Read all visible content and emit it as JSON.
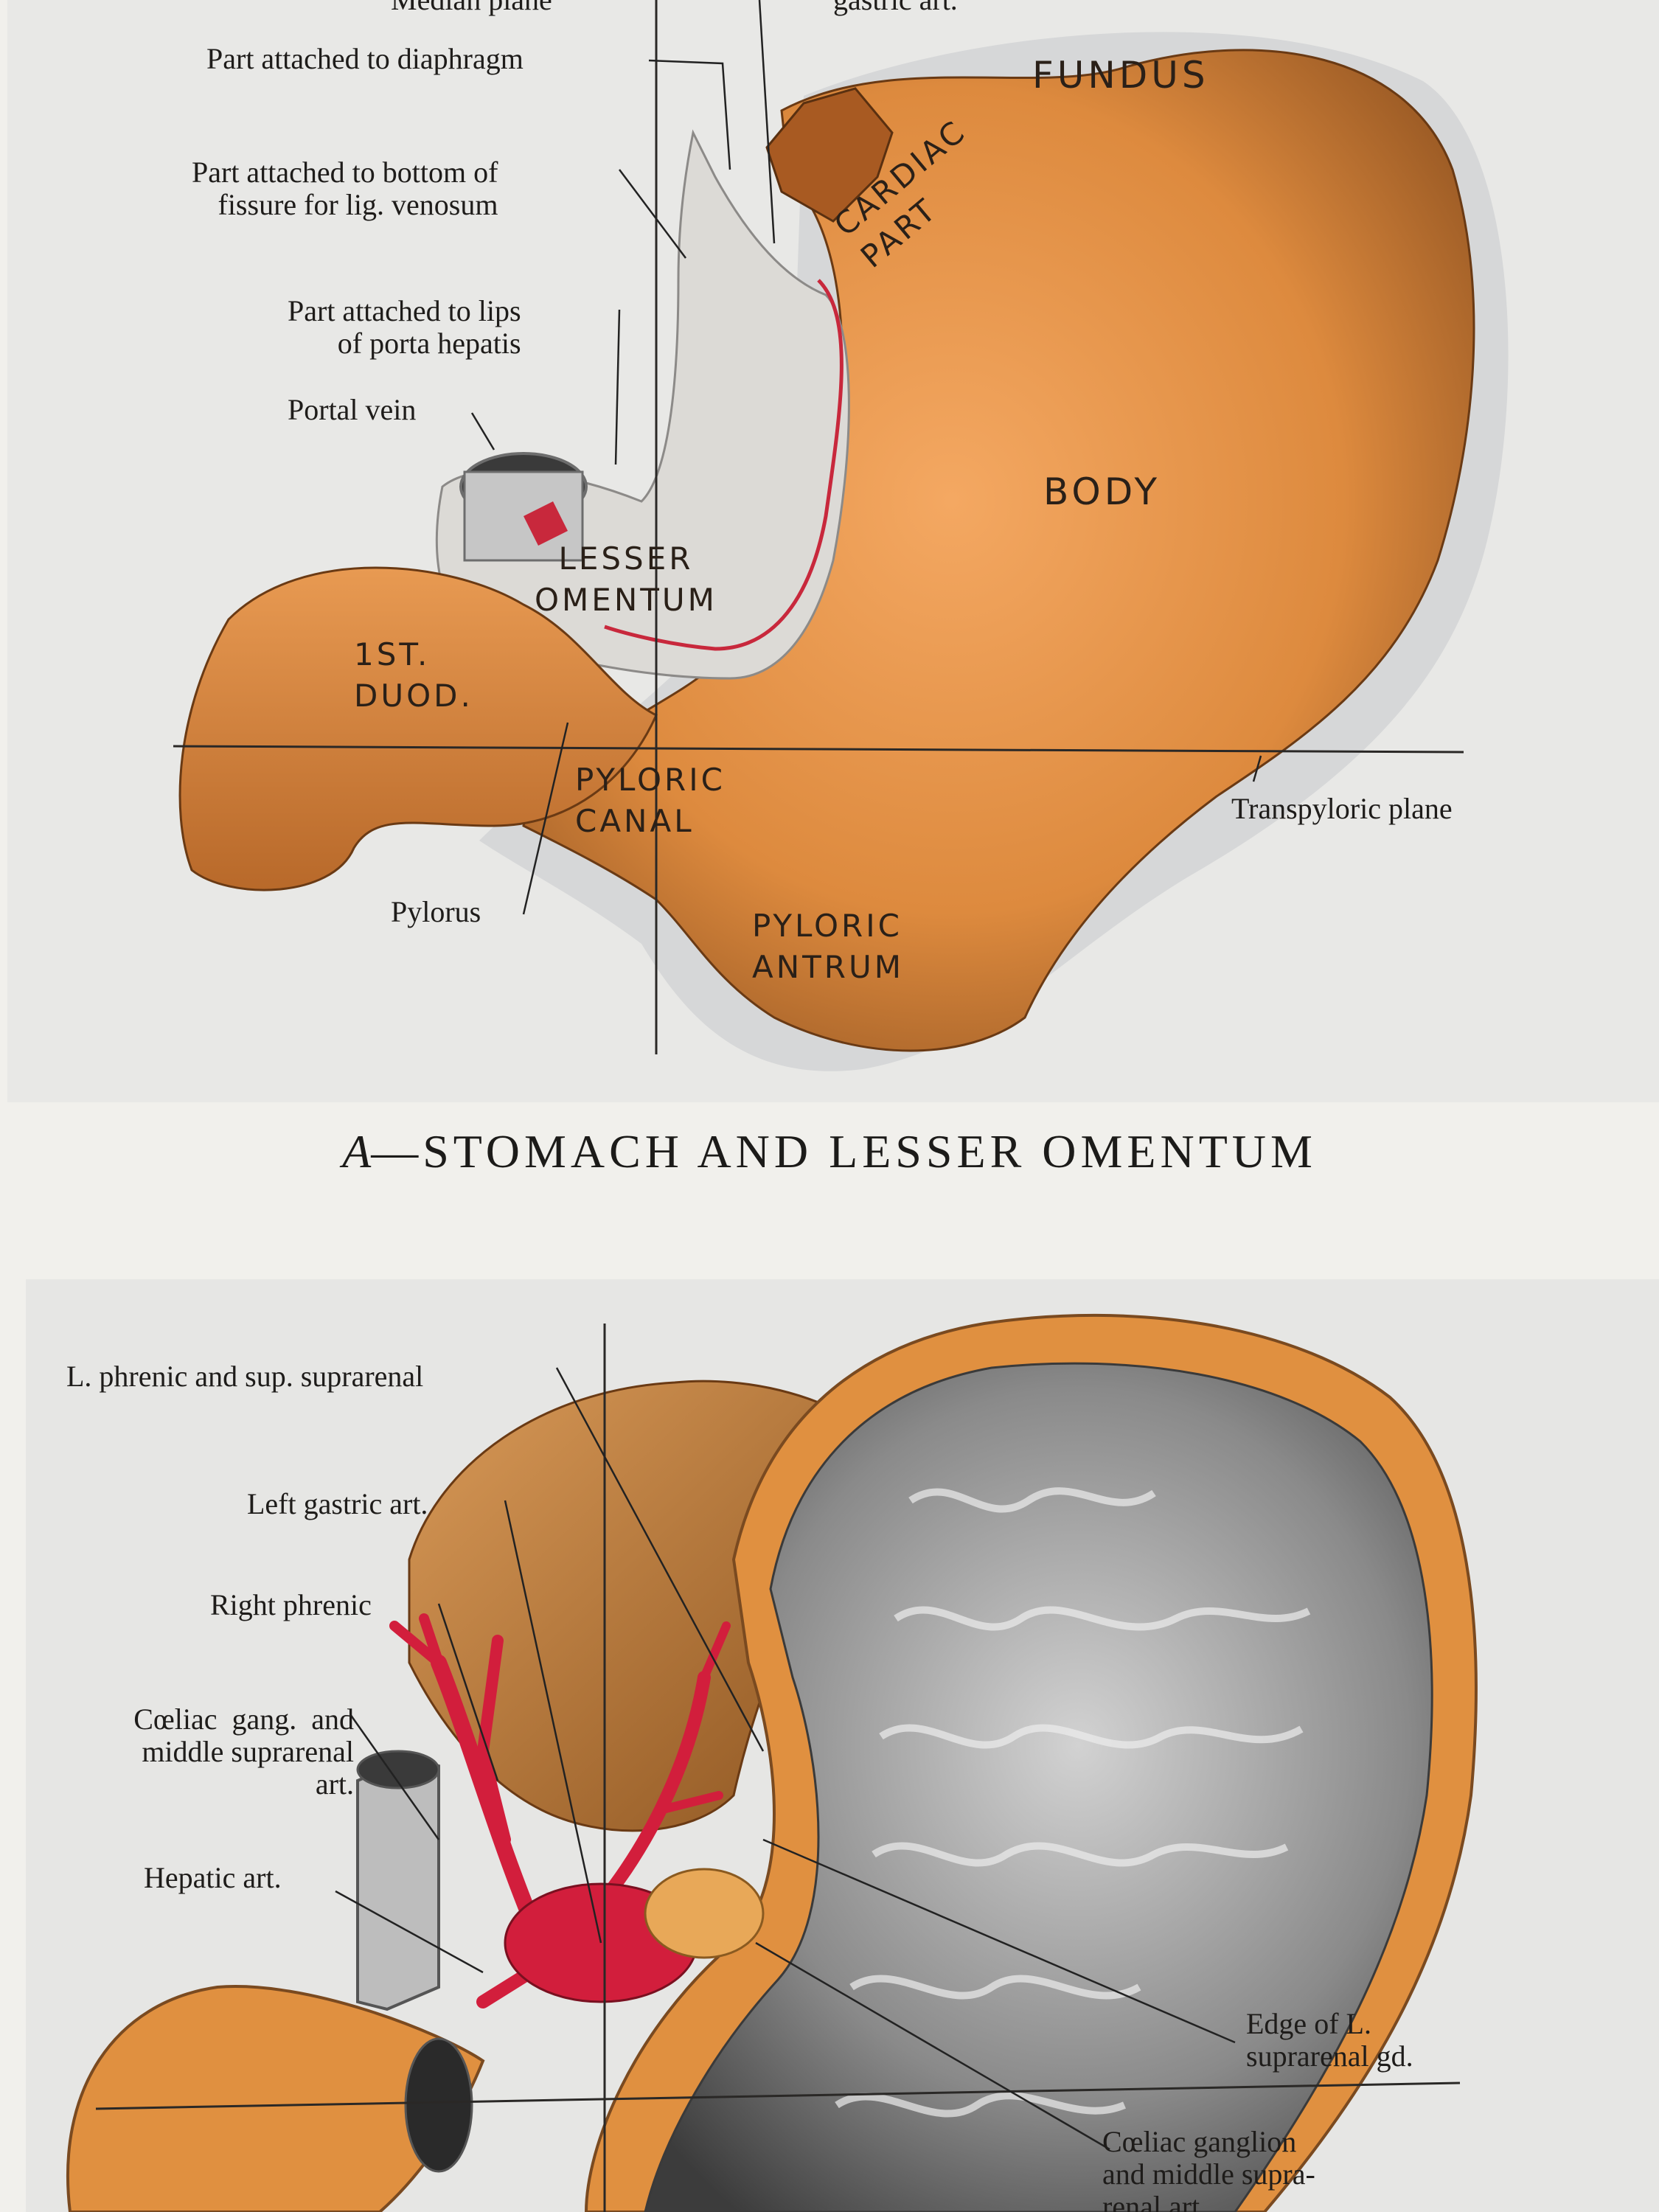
{
  "figure_a": {
    "caption_letter": "A",
    "caption_text": "—STOMACH AND LESSER OMENTUM",
    "labels": {
      "median_plane": "Median plane",
      "gastric_art_partial": "gastric art.",
      "part_diaphragm": "Part attached to diaphragm",
      "part_bottom_fissure": "Part attached to bottom of\nfissure for lig. venosum",
      "part_lips_porta": "Part attached to lips\nof porta hepatis",
      "portal_vein": "Portal vein",
      "transpyloric_plane": "Transpyloric plane",
      "pylorus": "Pylorus"
    },
    "regions": {
      "fundus": "FUNDUS",
      "cardiac_part": "CARDIAC\nPART",
      "body": "BODY",
      "lesser_omentum": "LESSER\nOMENTUM",
      "first_duod": "1ST.\nDUOD.",
      "pyloric_canal": "PYLORIC\nCANAL",
      "pyloric_antrum": "PYLORIC\nANTRUM"
    }
  },
  "figure_b": {
    "labels": {
      "l_phrenic": "L. phrenic and sup. suprarenal",
      "left_gastric": "Left gastric art.",
      "right_phrenic": "Right phrenic",
      "coeliac_gang_middle": "Cœliac  gang.  and\nmiddle suprarenal\nart.",
      "hepatic_art": "Hepatic art.",
      "edge_l_suprarenal": "Edge of L.\nsuprarenal gd.",
      "coeliac_ganglion": "Cœliac ganglion\nand middle supra-\nrenal art."
    }
  },
  "colors": {
    "stomach_orange": "#d9873c",
    "artery_red": "#d21e3c",
    "omentum_grey": "#dcdad6",
    "background": "#f1f0ec"
  }
}
